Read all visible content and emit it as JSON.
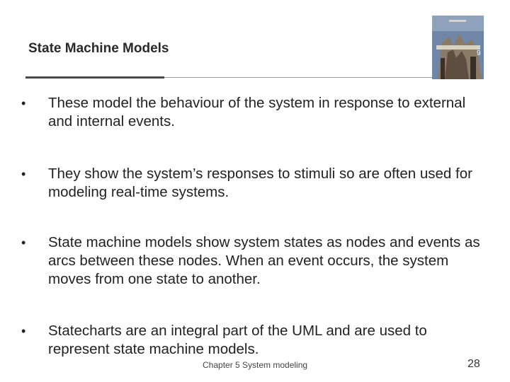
{
  "slide": {
    "title": "State Machine Models",
    "bullets": [
      {
        "marker": "•",
        "text": "These model the behaviour of the system in response to external and internal events."
      },
      {
        "marker": "•",
        "text": "They show the system’s responses to stimuli so are often used for modeling real-time systems."
      },
      {
        "marker": "•",
        "text": "State machine models show system states as nodes and events as arcs between these nodes. When an event occurs, the system moves from one state to another."
      },
      {
        "marker": "•",
        "text": "Statecharts are an integral part of the UML and are used to represent state machine models."
      }
    ],
    "footer": "Chapter 5 System modeling",
    "page_number": "28"
  },
  "cover": {
    "edition": "9",
    "colors": {
      "sky": "#6f86a6",
      "building": "#8a7a66",
      "dark": "#3b2f2a",
      "accent": "#e6e0d0"
    }
  }
}
